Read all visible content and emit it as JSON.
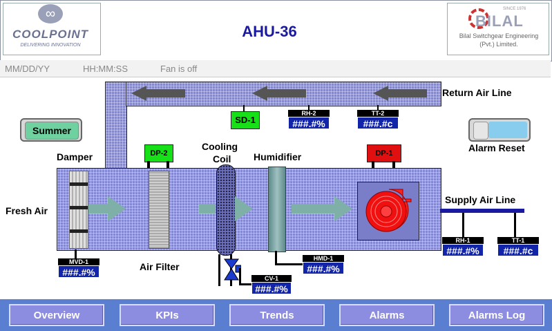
{
  "header": {
    "title": "AHU-36",
    "left_logo": {
      "text": "COOLPOINT",
      "tagline": "DELIVERING INNOVATION"
    },
    "right_logo": {
      "text": "BILAL",
      "since": "SINCE 1976",
      "company_line1": "Bilal Switchgear Engineering",
      "company_line2": "(Pvt.) Limited."
    }
  },
  "status": {
    "date": "MM/DD/YY",
    "time": "HH:MM:SS",
    "fan_status": "Fan is off"
  },
  "labels": {
    "return_air_line": "Return Air Line",
    "supply_air_line": "Supply Air Line",
    "fresh_air": "Fresh Air",
    "damper": "Damper",
    "air_filter": "Air Filter",
    "cooling_coil_1": "Cooling",
    "cooling_coil_2": "Coil",
    "humidifier": "Humidifier",
    "alarm_reset": "Alarm Reset"
  },
  "mode_toggle": {
    "label": "Summer"
  },
  "tags": {
    "sd1": "SD-1",
    "dp2": "DP-2",
    "dp1": "DP-1"
  },
  "sensors": {
    "rh2": {
      "name": "RH-2",
      "value": "###.#%"
    },
    "tt2": {
      "name": "TT-2",
      "value": "###.#c"
    },
    "mvd1": {
      "name": "MVD-1",
      "value": "###.#%"
    },
    "hmd1": {
      "name": "HMD-1",
      "value": "###.#%"
    },
    "cv1": {
      "name": "CV-1",
      "value": "###.#%"
    },
    "rh1": {
      "name": "RH-1",
      "value": "###.#%"
    },
    "tt1": {
      "name": "TT-1",
      "value": "###.#c"
    }
  },
  "nav": [
    {
      "label": "Overview"
    },
    {
      "label": "KPIs"
    },
    {
      "label": "Trends"
    },
    {
      "label": "Alarms"
    },
    {
      "label": "Alarms Log"
    }
  ],
  "colors": {
    "duct": "#8488d0",
    "title": "#1a1aa0",
    "nav_bar": "#5a7fd0",
    "nav_button": "#8c8ce0",
    "sensor_value_bg": "#1224a8",
    "tag_green": "#18e018",
    "tag_red": "#e01010",
    "fan": "#e01010",
    "flow_arrow": "#7fb0a8"
  }
}
